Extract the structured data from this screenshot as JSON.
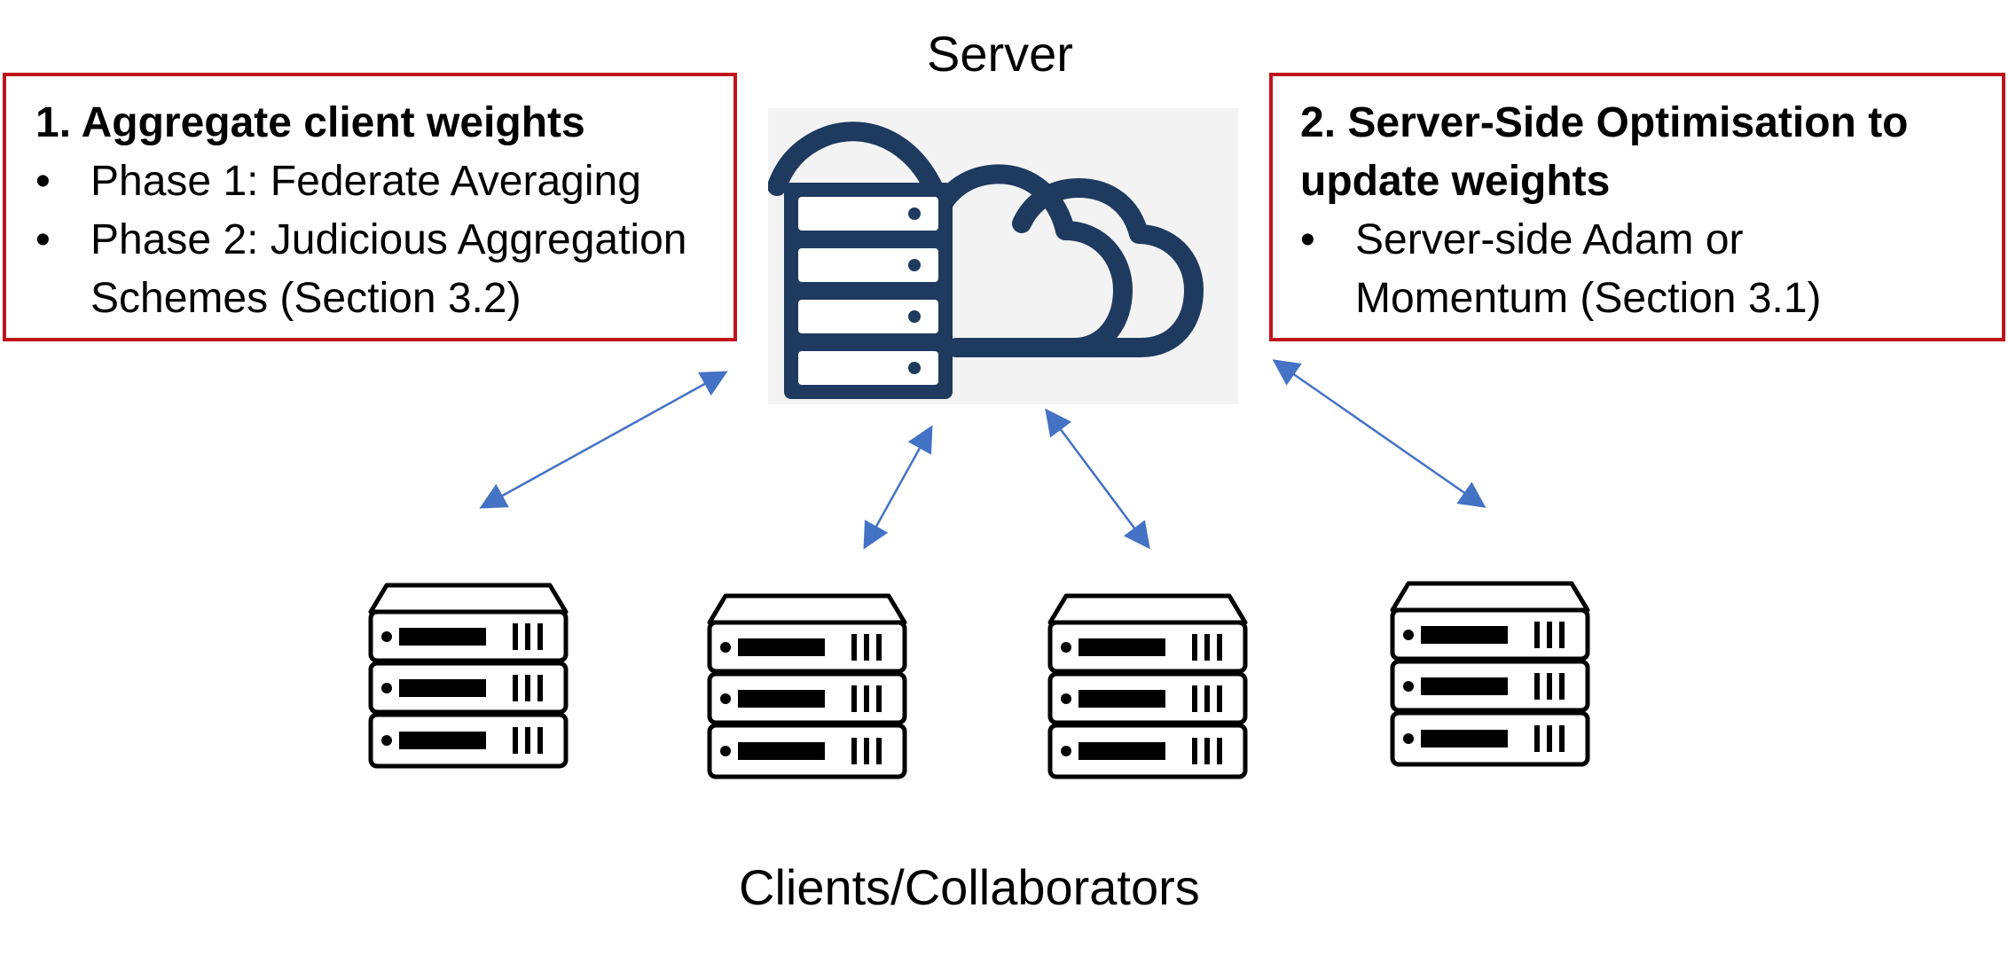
{
  "server_label": "Server",
  "clients_label": "Clients/Collaborators",
  "left_box": {
    "heading": [
      "1. Aggregate client weights"
    ],
    "bullets": [
      {
        "lines": [
          "Phase 1: Federate Averaging"
        ]
      },
      {
        "lines": [
          "Phase 2: Judicious Aggregation",
          "Schemes (Section 3.2)"
        ]
      }
    ]
  },
  "right_box": {
    "heading": [
      "2. Server-Side Optimisation to",
      "update weights"
    ],
    "bullets": [
      {
        "lines": [
          "Server-side Adam or",
          "Momentum (Section 3.1)"
        ]
      }
    ]
  },
  "colors": {
    "box_border": "#c0141c",
    "arrow": "#4472c4",
    "server_icon": "#1f3a5f",
    "panel_bg": "#f3f3f4"
  },
  "icons": {
    "server": "cloud-server-icon",
    "client": "server-rack-icon"
  }
}
